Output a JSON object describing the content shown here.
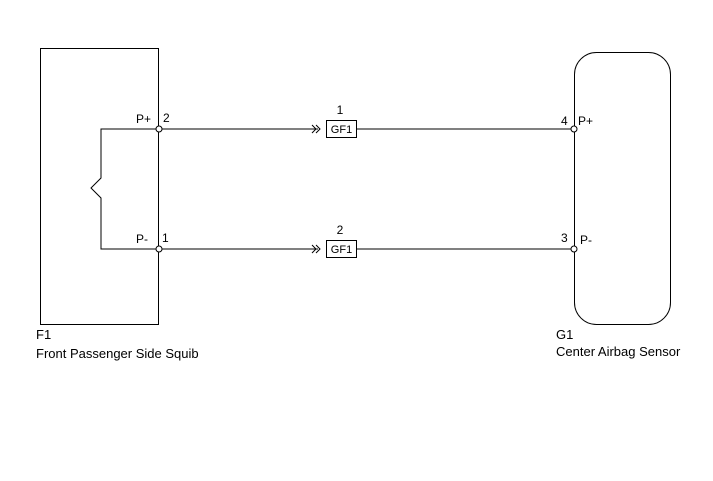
{
  "components": {
    "squib": {
      "code": "F1",
      "name": "Front Passenger Side Squib"
    },
    "sensor": {
      "code": "G1",
      "name": "Center Airbag Sensor"
    }
  },
  "wires": [
    {
      "squib_pin_label": "P+",
      "squib_pin_number": "2",
      "connector_code": "GF1",
      "connector_pin": "1",
      "sensor_pin_number": "4",
      "sensor_pin_label": "P+"
    },
    {
      "squib_pin_label": "P-",
      "squib_pin_number": "1",
      "connector_code": "GF1",
      "connector_pin": "2",
      "sensor_pin_number": "3",
      "sensor_pin_label": "P-"
    }
  ]
}
